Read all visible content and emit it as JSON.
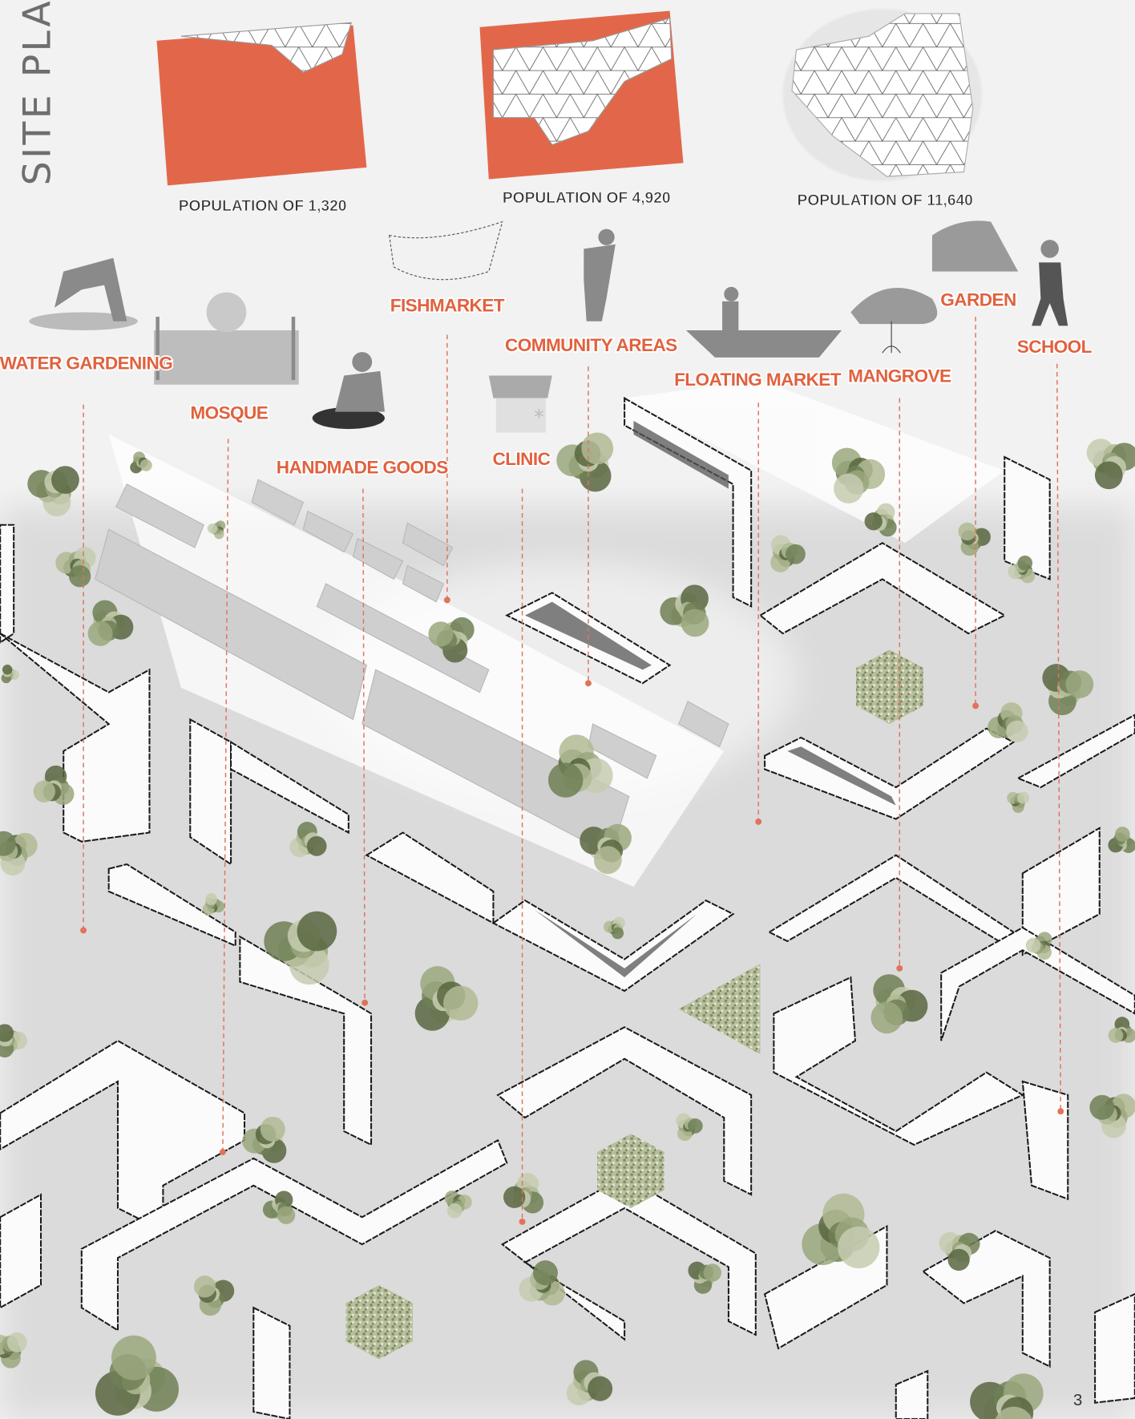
{
  "title": "SITE PLAN",
  "phases": [
    {
      "label": "POPULATION OF 1,320"
    },
    {
      "label": "POPULATION OF 4,920"
    },
    {
      "label": "POPULATION OF 11,640"
    }
  ],
  "programs": [
    {
      "label": "WATER GARDENING",
      "icon": "farmer-icon"
    },
    {
      "label": "MOSQUE",
      "icon": "mosque-icon"
    },
    {
      "label": "HANDMADE GOODS",
      "icon": "artisan-icon"
    },
    {
      "label": "FISHMARKET",
      "icon": "fishing-net-icon"
    },
    {
      "label": "COMMUNITY AREAS",
      "icon": "people-icon"
    },
    {
      "label": "CLINIC",
      "icon": "clinic-icon"
    },
    {
      "label": "FLOATING MARKET",
      "icon": "boat-icon"
    },
    {
      "label": "MANGROVE",
      "icon": "mangrove-tree-icon"
    },
    {
      "label": "GARDEN",
      "icon": "gardener-icon"
    },
    {
      "label": "SCHOOL",
      "icon": "student-icon"
    }
  ],
  "page_number": "3",
  "colors": {
    "accent": "#e0623f",
    "plot": "#e2674a",
    "vegetation": "#8a9a72",
    "line": "#1a1a1a"
  }
}
